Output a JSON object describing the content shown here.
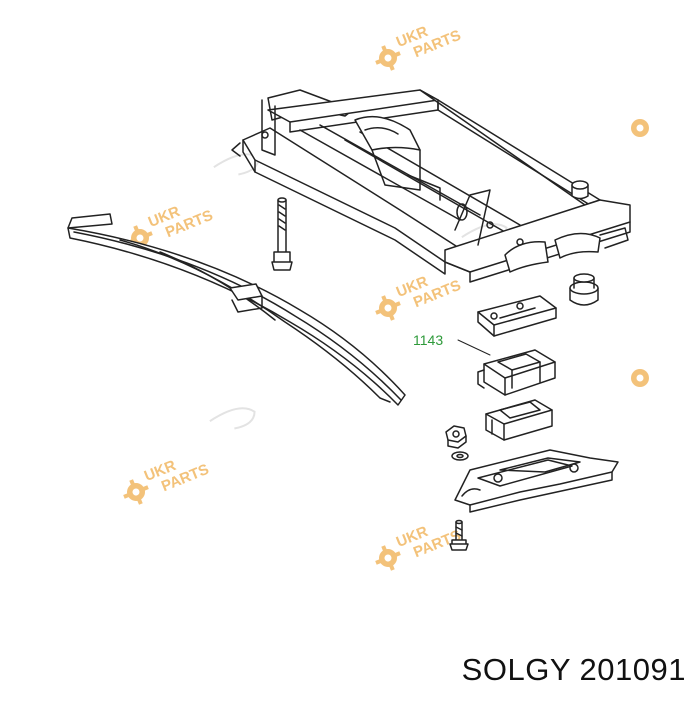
{
  "diagram": {
    "callout_label": "1143",
    "caption": "SOLGY 201091"
  },
  "watermark": {
    "word1": "UKR",
    "word2": "PARTS",
    "icon": "gear-icon",
    "color": "#f3c27a"
  },
  "colors": {
    "line": "#222222",
    "callout": "#2e9a3a"
  }
}
